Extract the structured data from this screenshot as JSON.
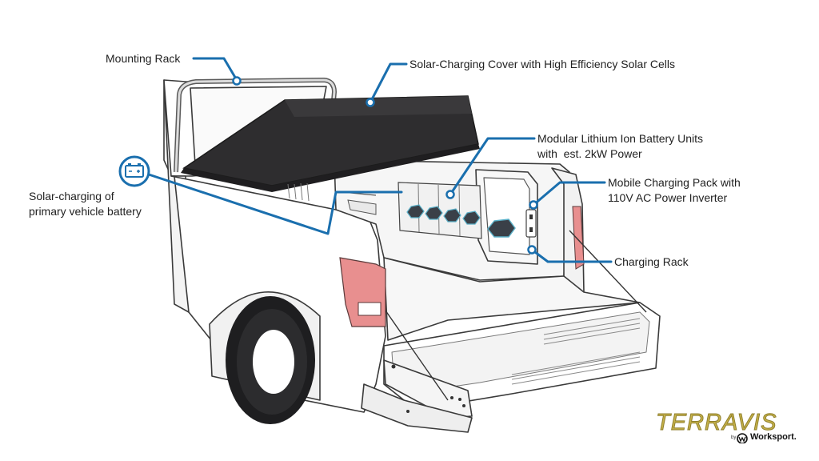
{
  "callouts": {
    "mounting_rack": "Mounting Rack",
    "solar_cover": "Solar-Charging Cover with High Efficiency Solar Cells",
    "battery_units_line1": "Modular Lithium Ion Battery Units",
    "battery_units_line2": "with  est. 2kW Power",
    "charging_pack_line1": "Mobile Charging Pack with",
    "charging_pack_line2": "110V AC Power Inverter",
    "charging_rack": "Charging Rack",
    "vehicle_battery_line1": "Solar-charging of",
    "vehicle_battery_line2": "primary vehicle battery"
  },
  "brand": {
    "title": "TERRAVIS",
    "by": "by",
    "sub": "Worksport."
  },
  "icons": {
    "battery": "battery-icon",
    "worksport": "worksport-logo-icon"
  },
  "colors": {
    "callout": "#1a6fae",
    "taillight": "#e88f8f",
    "cover": "#2e2d2f",
    "brand_gold": "#c6b24a"
  }
}
